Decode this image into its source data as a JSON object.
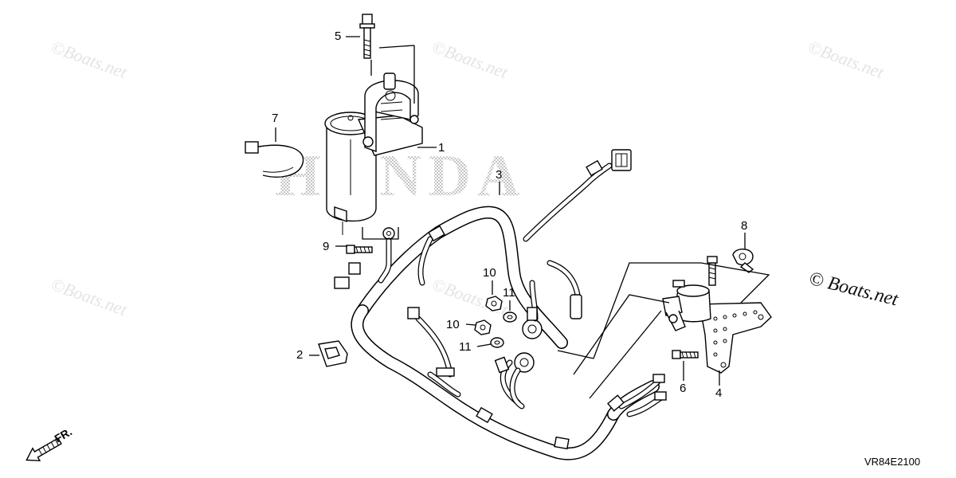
{
  "watermarks": [
    "©Boats.net",
    "©Boats.net",
    "©Boats.net",
    "©Boats.net",
    "©Boats.net"
  ],
  "watermark_bold": "© Boats.net",
  "brand_text": "HONDA",
  "diagram_code": "VR84E2100",
  "front_label": "FR.",
  "callouts": {
    "c1": "1",
    "c2": "2",
    "c3": "3",
    "c4": "4",
    "c5": "5",
    "c6": "6",
    "c7": "7",
    "c8": "8",
    "c9": "9",
    "c10a": "10",
    "c10b": "10",
    "c11a": "11",
    "c11b": "11"
  },
  "colors": {
    "ink": "#000000",
    "watermark": "#e4e4e4",
    "halftone": "#bdbdbd"
  }
}
